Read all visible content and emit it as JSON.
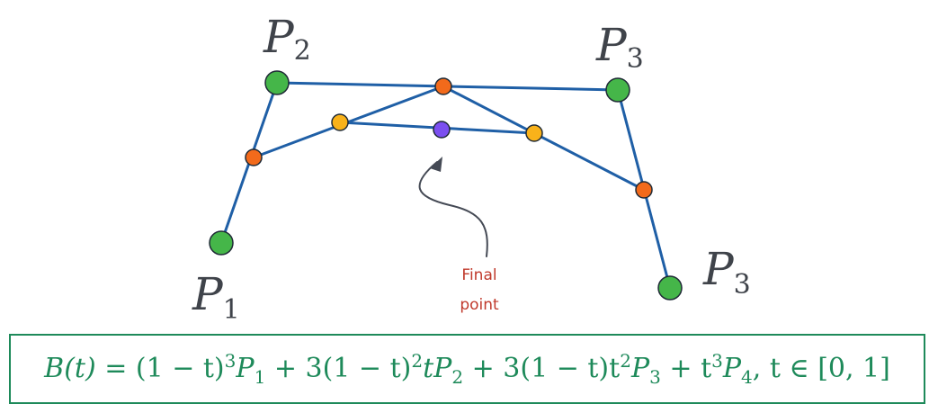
{
  "colors": {
    "line": "#1f5fa6",
    "control_point": "#45b649",
    "level1_point": "#f26a1b",
    "level2_point": "#f9b21a",
    "final_point": "#7b4ff0",
    "label": "#3f434a",
    "annotation_text": "#c0392b",
    "arrow": "#454a55",
    "formula": "#1e8a5a"
  },
  "labels": {
    "p1": {
      "letter": "P",
      "sub": "1"
    },
    "p2": {
      "letter": "P",
      "sub": "2"
    },
    "p3_top": {
      "letter": "P",
      "sub": "3"
    },
    "p3_bottom": {
      "letter": "P",
      "sub": "3"
    }
  },
  "annotation": {
    "line1": "Final",
    "line2": "point"
  },
  "formula": {
    "lhs": "B(t) = ",
    "term1_a": "(1 − t)",
    "term1_exp": "3",
    "term1_p": "P",
    "term1_sub": "1",
    "plus1": " + 3(1 − t)",
    "term2_exp": "2",
    "term2_t": "tP",
    "term2_sub": "2",
    "plus2": " + 3(1 − t)t",
    "term3_exp": "2",
    "term3_p": "P",
    "term3_sub": "3",
    "plus3": " + t",
    "term4_exp": "3",
    "term4_p": "P",
    "term4_sub": "4",
    "domain": ",  t ∈ [0, 1]"
  }
}
